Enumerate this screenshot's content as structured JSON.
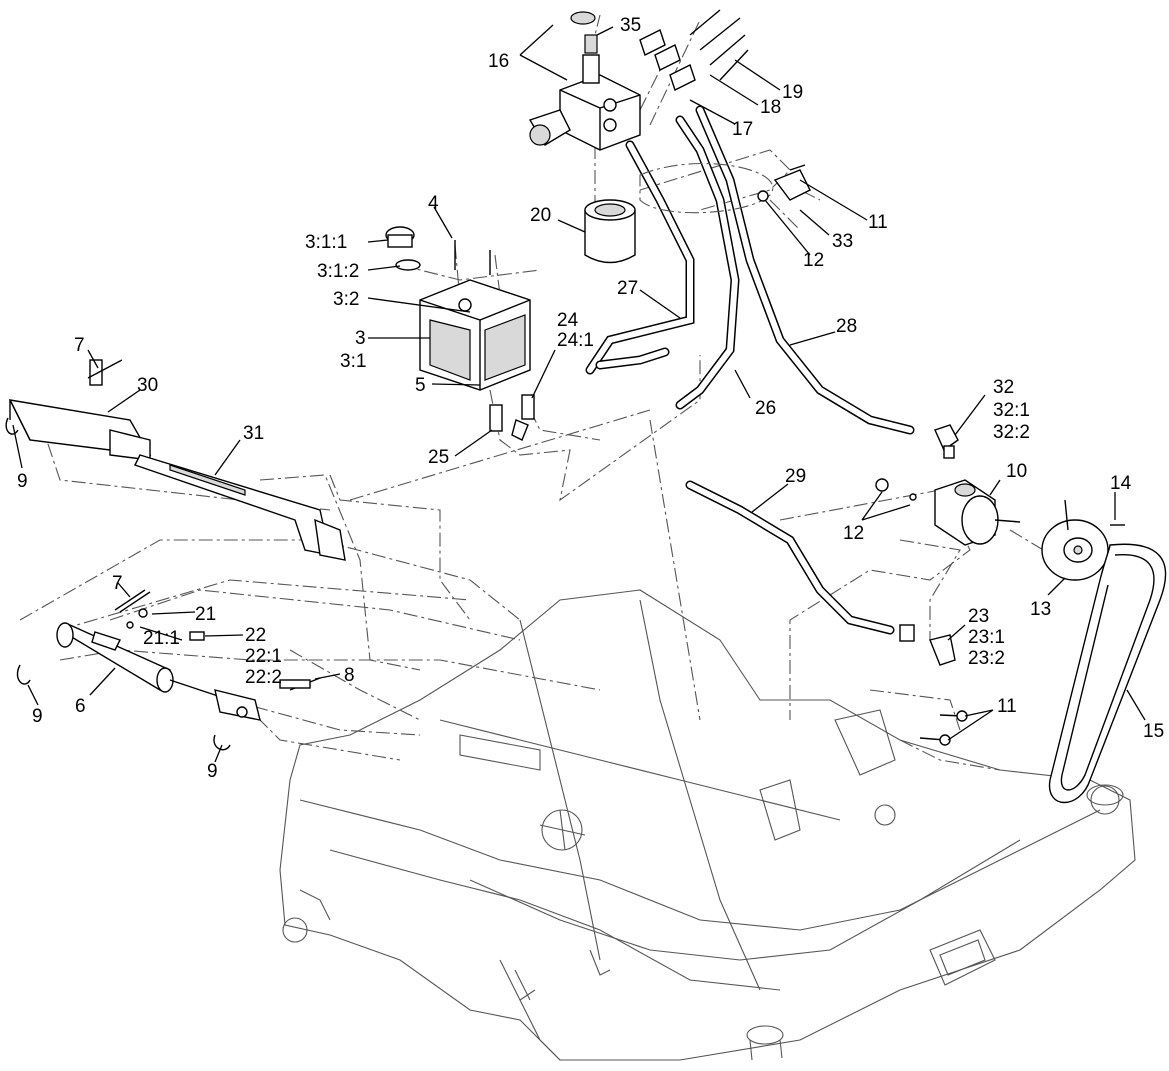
{
  "callouts": {
    "c16": "16",
    "c35": "35",
    "c19": "19",
    "c18": "18",
    "c17": "17",
    "c11a": "11",
    "c33": "33",
    "c12a": "12",
    "c20": "20",
    "c4": "4",
    "c3_1_1": "3:1:1",
    "c3_1_2": "3:1:2",
    "c3_2": "3:2",
    "c3": "3",
    "c3_1": "3:1",
    "c5": "5",
    "c25": "25",
    "c24": "24",
    "c24_1": "24:1",
    "c27": "27",
    "c28": "28",
    "c26": "26",
    "c7a": "7",
    "c30": "30",
    "c31": "31",
    "c9a": "9",
    "c32": "32",
    "c32_1": "32:1",
    "c32_2": "32:2",
    "c29": "29",
    "c10": "10",
    "c14": "14",
    "c12b": "12",
    "c13": "13",
    "c7b": "7",
    "c21": "21",
    "c21_1": "21:1",
    "c22": "22",
    "c22_1": "22:1",
    "c22_2": "22:2",
    "c8": "8",
    "c6": "6",
    "c9b": "9",
    "c9c": "9",
    "c23": "23",
    "c23_1": "23:1",
    "c23_2": "23:2",
    "c11b": "11",
    "c15": "15"
  },
  "colors": {
    "line": "#000000",
    "ghost_line": "#555555",
    "shade": "#d9d9d9",
    "background": "#ffffff"
  }
}
